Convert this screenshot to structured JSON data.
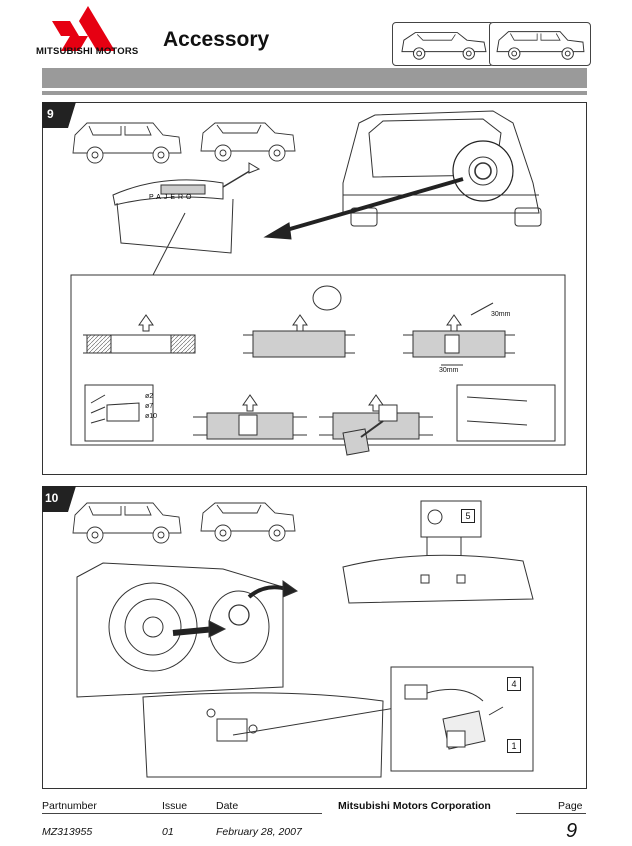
{
  "header": {
    "brand": "MITSUBISHI MOTORS",
    "title": "Accessory",
    "logo_color": "#e60012",
    "bar_color": "#9a9a9a"
  },
  "steps": [
    {
      "number": "9",
      "tailgate_badge": "PAJERO",
      "drill_sizes": [
        "ø2",
        "ø7",
        "ø10"
      ],
      "dimension_width": "30mm",
      "dimension_height": "30mm"
    },
    {
      "number": "10",
      "callouts": [
        "5",
        "4",
        "1"
      ]
    }
  ],
  "footer": {
    "partnumber_label": "Partnumber",
    "partnumber": "MZ313955",
    "issue_label": "Issue",
    "issue": "01",
    "date_label": "Date",
    "date": "February 28, 2007",
    "corporation": "Mitsubishi Motors Corporation",
    "page_label": "Page",
    "page": "9"
  }
}
